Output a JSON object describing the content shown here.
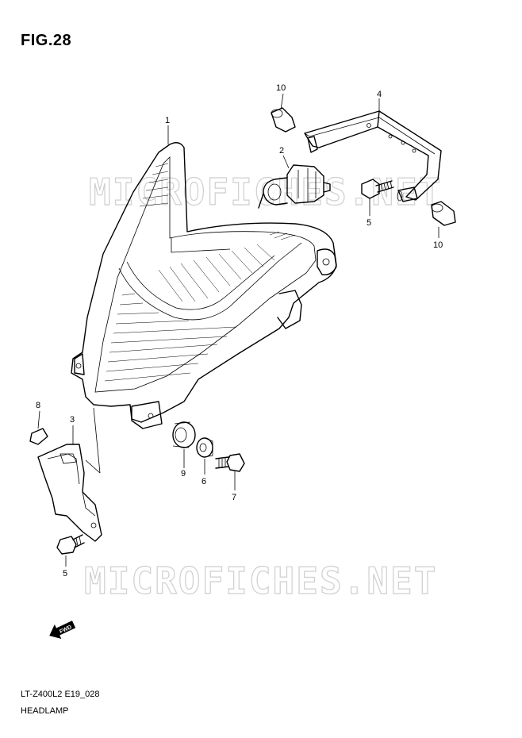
{
  "figure": {
    "title": "FIG.28",
    "code": "LT-Z400L2 E19_028",
    "name": "HEADLAMP"
  },
  "watermark": {
    "text": "MICROFICHES.NET"
  },
  "fwd_label": "FWD",
  "callouts": [
    {
      "id": "c1",
      "label": "1"
    },
    {
      "id": "c2",
      "label": "2"
    },
    {
      "id": "c3",
      "label": "3"
    },
    {
      "id": "c4",
      "label": "4"
    },
    {
      "id": "c5a",
      "label": "5"
    },
    {
      "id": "c5b",
      "label": "5"
    },
    {
      "id": "c6",
      "label": "6"
    },
    {
      "id": "c7",
      "label": "7"
    },
    {
      "id": "c8",
      "label": "8"
    },
    {
      "id": "c9",
      "label": "9"
    },
    {
      "id": "c10a",
      "label": "10"
    },
    {
      "id": "c10b",
      "label": "10"
    }
  ]
}
